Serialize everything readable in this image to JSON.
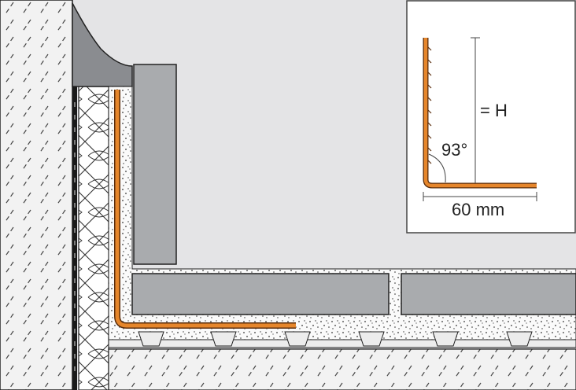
{
  "inset": {
    "height_label": "= H",
    "angle_label": "93°",
    "width_label": "60 mm"
  },
  "colors": {
    "background": "#e4e4e6",
    "profile": "#e6862b",
    "profile_outline": "#5a2d0c",
    "tile": "#a9abae",
    "wall_hatch": "#f2f2f2",
    "slab": "#f0f0f0",
    "mortar": "#fafafa"
  }
}
